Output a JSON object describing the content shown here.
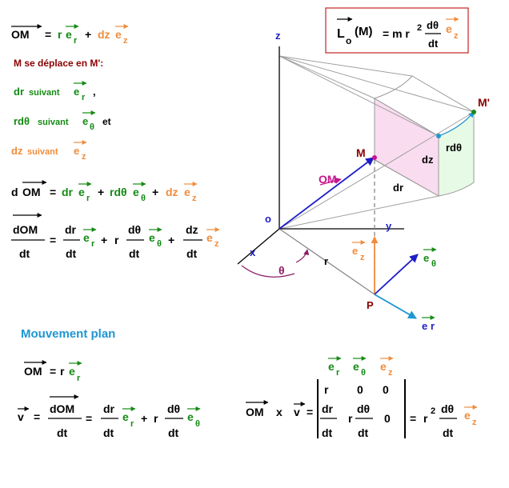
{
  "colors": {
    "black": "#000000",
    "green": "#138a13",
    "orange": "#f08c3c",
    "darkred": "#8b0000",
    "blue": "#1e1ec8",
    "lightblue": "#1e96d2",
    "magenta": "#c8148c",
    "pink_face": "#fadcf0",
    "green_face": "#e6fae6",
    "grey": "#8c8c8c",
    "box_border": "#c83232"
  },
  "left": {
    "om": "OM",
    "eq": "=",
    "r": "r",
    "e": "e",
    "sub_r": "r",
    "sub_z": "z",
    "sub_theta": "θ",
    "plus": "+",
    "dz": "dz",
    "moves_line": "M se déplace en M':",
    "dr": "dr",
    "suivant": "suivant",
    "comma": ",",
    "rdtheta": "rdθ",
    "et": "et",
    "d": "d",
    "dom": "dOM",
    "dt": "dt",
    "dtheta": "dθ"
  },
  "diagram": {
    "box_L": "L",
    "box_o": "o",
    "box_M": "(M)",
    "box_rhs": "= m r",
    "sq": "2",
    "dtheta": "dθ",
    "dt": "dt",
    "e": "e",
    "z": "z",
    "axis_z": "z",
    "axis_x": "x",
    "axis_y": "y",
    "origin": "o",
    "M": "M",
    "Mprime": "M'",
    "OM": "OM",
    "dr": "dr",
    "dz": "dz",
    "rdtheta": "rdθ",
    "theta": "θ",
    "r": "r",
    "P": "P",
    "e_theta_sub": "θ",
    "e_r_sub": "r"
  },
  "bottom": {
    "title": "Mouvement plan",
    "om": "OM",
    "eq": "=",
    "r": "r",
    "e": "e",
    "v": "v",
    "dom": "dOM",
    "dt": "dt",
    "dr": "dr",
    "dtheta": "dθ",
    "plus": "+",
    "x": "x",
    "sub_r": "r",
    "sub_theta": "θ",
    "sub_z": "z",
    "zero": "0",
    "sq": "2"
  }
}
